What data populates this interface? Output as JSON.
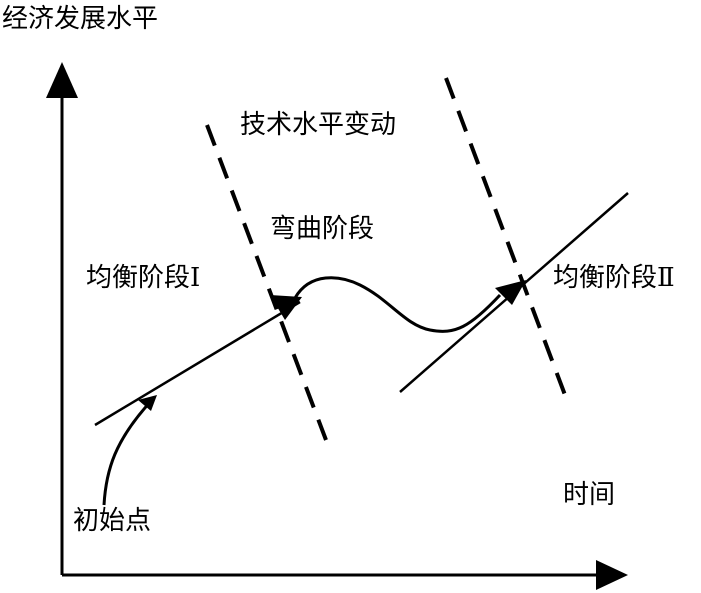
{
  "labels": {
    "y_axis": "经济发展水平",
    "x_axis": "时间",
    "tech_change": "技术水平变动",
    "curve_phase": "弯曲阶段",
    "equilibrium_1": "均衡阶段Ⅰ",
    "equilibrium_2": "均衡阶段Ⅱ",
    "start_point": "初始点"
  },
  "colors": {
    "ink": "#000000",
    "background": "#ffffff"
  }
}
